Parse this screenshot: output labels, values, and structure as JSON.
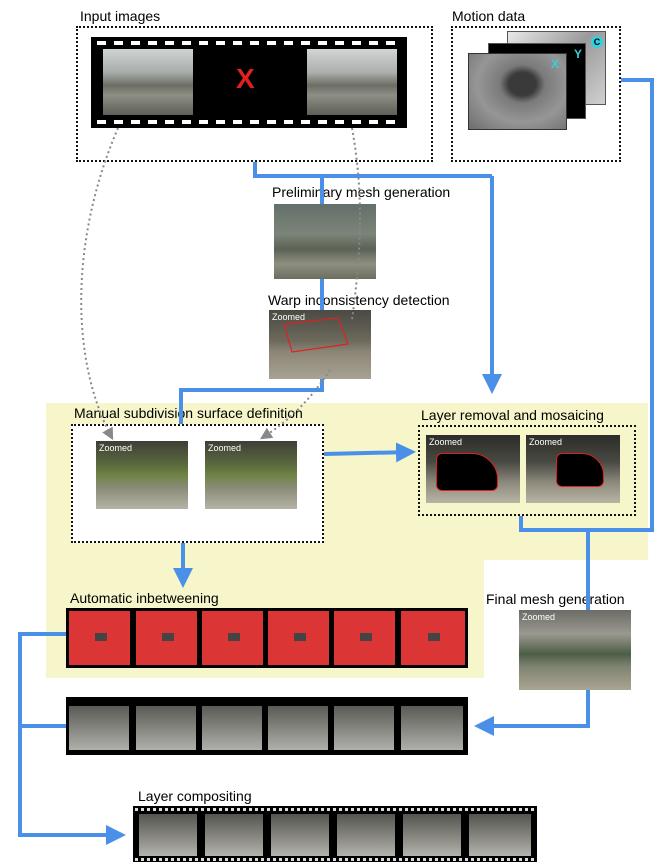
{
  "labels": {
    "input_images": "Input images",
    "motion_data": "Motion data",
    "preliminary_mesh": "Preliminary mesh generation",
    "warp_detection": "Warp inconsistency detection",
    "manual_subdivision": "Manual subdivision surface definition",
    "layer_removal": "Layer removal and mosaicing",
    "automatic_inbetweening": "Automatic inbetweening",
    "final_mesh": "Final mesh generation",
    "layer_compositing": "Layer compositing"
  },
  "tags": {
    "zoomed": "Zoomed",
    "missing_mark": "X",
    "motion_x": "X",
    "motion_y": "Y",
    "motion_c": "C"
  },
  "colors": {
    "arrow_blue": "#4a90e8",
    "highlight": "#f7f6cb",
    "inbetween_red": "#dc3535",
    "outline_red": "#e02020",
    "motion_cyan": "#33d0e0"
  }
}
